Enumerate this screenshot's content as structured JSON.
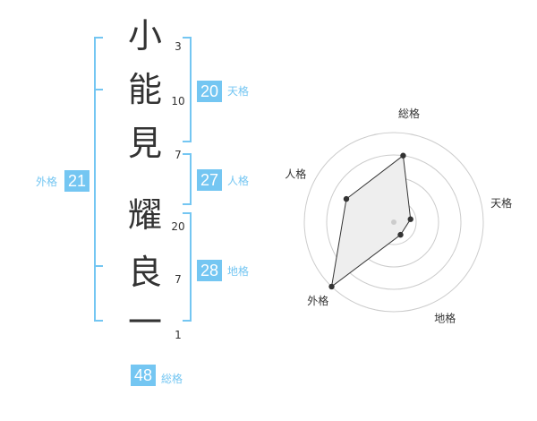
{
  "name": {
    "chars": [
      {
        "char": "小",
        "strokes": "3"
      },
      {
        "char": "能",
        "strokes": "10"
      },
      {
        "char": "見",
        "strokes": "7"
      },
      {
        "char": "耀",
        "strokes": "20"
      },
      {
        "char": "良",
        "strokes": "7"
      },
      {
        "char": "一",
        "strokes": "1"
      }
    ]
  },
  "kakusu": {
    "tenkaku": {
      "value": "20",
      "label": "天格"
    },
    "jinkaku": {
      "value": "27",
      "label": "人格"
    },
    "chikaku": {
      "value": "28",
      "label": "地格"
    },
    "gaikaku": {
      "value": "21",
      "label": "外格"
    },
    "soukaku": {
      "value": "48",
      "label": "総格"
    }
  },
  "chart_data": {
    "type": "radar",
    "axes": [
      "総格",
      "天格",
      "地格",
      "外格",
      "人格"
    ],
    "values": [
      48,
      20,
      28,
      21,
      27
    ],
    "ring_values": [
      0.25,
      0.5,
      0.75,
      1.0
    ],
    "point_fractions": [
      0.75,
      0.19,
      0.16,
      1.0,
      0.59
    ],
    "colors": {
      "ring": "#cccccc",
      "fill": "#eeeeee",
      "line": "#333333",
      "center": "#cccccc",
      "accent": "#74c6f2"
    }
  }
}
